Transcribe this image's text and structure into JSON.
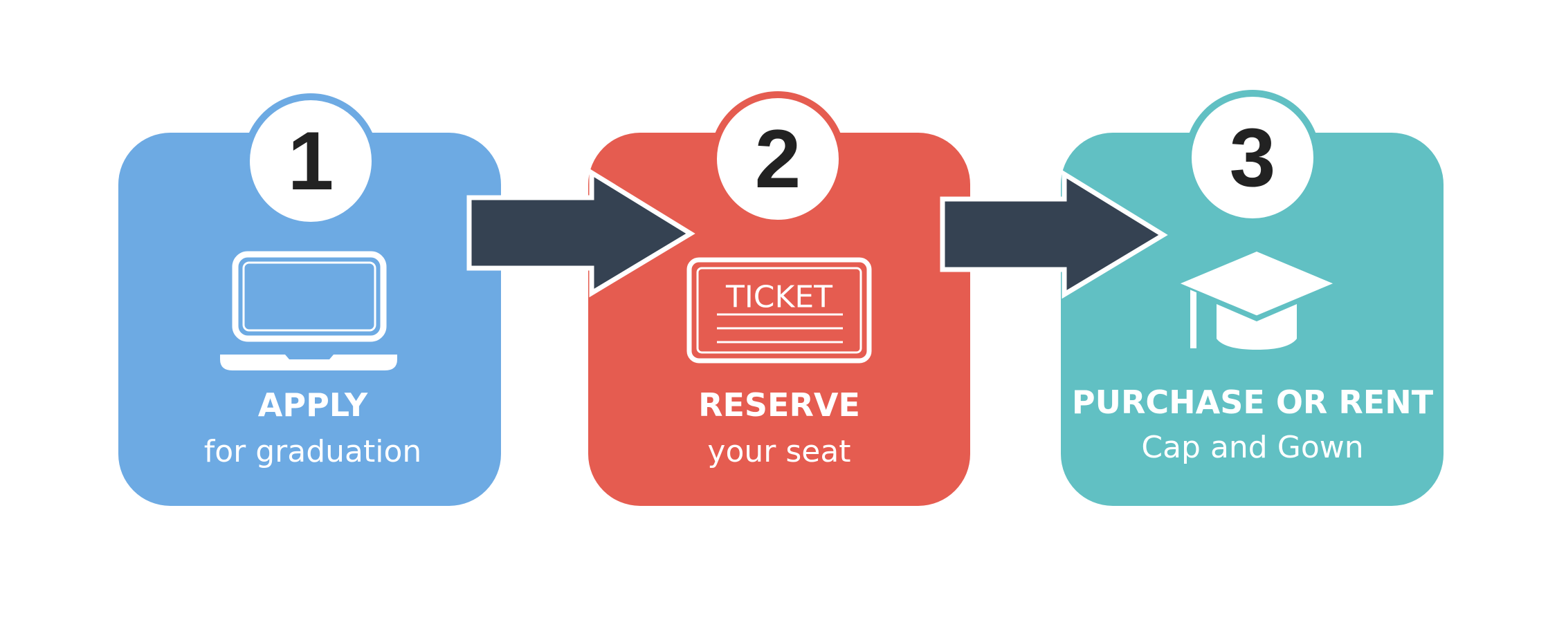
{
  "colors": {
    "step1": "#6DAAE3",
    "step2": "#E55C50",
    "step3": "#61C0C3",
    "arrow": "#354252",
    "number_text": "#222222",
    "label_text": "#ffffff"
  },
  "steps": [
    {
      "number": "1",
      "title": "APPLY",
      "subtitle": "for graduation",
      "icon": "laptop-icon"
    },
    {
      "number": "2",
      "title": "RESERVE",
      "subtitle": "your seat",
      "icon": "ticket-icon",
      "icon_text": "TICKET"
    },
    {
      "number": "3",
      "title": "PURCHASE OR RENT",
      "subtitle": "Cap and Gown",
      "icon": "graduation-cap-icon"
    }
  ]
}
